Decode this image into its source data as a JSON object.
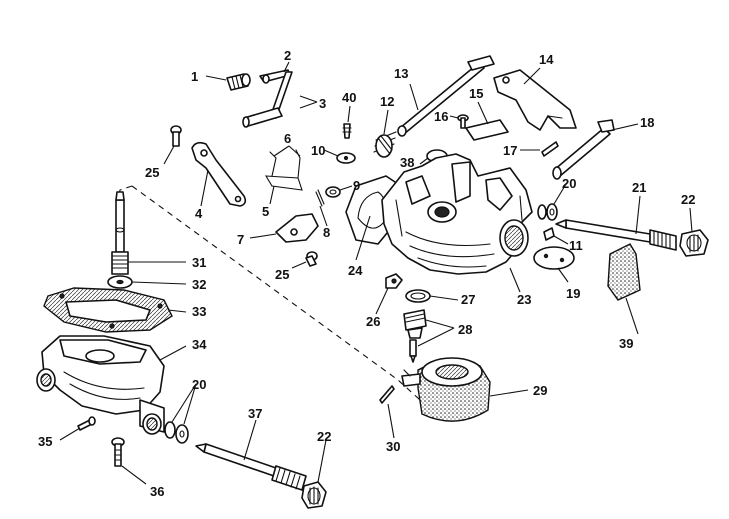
{
  "diagram": {
    "style": "exploded-view line drawing",
    "ink_color": "#111111",
    "background_color": "#ffffff",
    "callouts": [
      {
        "id": "1",
        "label": "1"
      },
      {
        "id": "2",
        "label": "2"
      },
      {
        "id": "3",
        "label": "3"
      },
      {
        "id": "4",
        "label": "4"
      },
      {
        "id": "5",
        "label": "5"
      },
      {
        "id": "6",
        "label": "6"
      },
      {
        "id": "7",
        "label": "7"
      },
      {
        "id": "8",
        "label": "8"
      },
      {
        "id": "9",
        "label": "9"
      },
      {
        "id": "10",
        "label": "10"
      },
      {
        "id": "11",
        "label": "11"
      },
      {
        "id": "12",
        "label": "12"
      },
      {
        "id": "13",
        "label": "13"
      },
      {
        "id": "14",
        "label": "14"
      },
      {
        "id": "15",
        "label": "15"
      },
      {
        "id": "16",
        "label": "16"
      },
      {
        "id": "17",
        "label": "17"
      },
      {
        "id": "18",
        "label": "18"
      },
      {
        "id": "19",
        "label": "19"
      },
      {
        "id": "20a",
        "label": "20"
      },
      {
        "id": "20b",
        "label": "20"
      },
      {
        "id": "21",
        "label": "21"
      },
      {
        "id": "22a",
        "label": "22"
      },
      {
        "id": "22b",
        "label": "22"
      },
      {
        "id": "23",
        "label": "23"
      },
      {
        "id": "24",
        "label": "24"
      },
      {
        "id": "25a",
        "label": "25"
      },
      {
        "id": "25b",
        "label": "25"
      },
      {
        "id": "26",
        "label": "26"
      },
      {
        "id": "27",
        "label": "27"
      },
      {
        "id": "28",
        "label": "28"
      },
      {
        "id": "29",
        "label": "29"
      },
      {
        "id": "30",
        "label": "30"
      },
      {
        "id": "31",
        "label": "31"
      },
      {
        "id": "32",
        "label": "32"
      },
      {
        "id": "33",
        "label": "33"
      },
      {
        "id": "34",
        "label": "34"
      },
      {
        "id": "35",
        "label": "35"
      },
      {
        "id": "36",
        "label": "36"
      },
      {
        "id": "37",
        "label": "37"
      },
      {
        "id": "38",
        "label": "38"
      },
      {
        "id": "39",
        "label": "39"
      },
      {
        "id": "40",
        "label": "40"
      }
    ]
  }
}
